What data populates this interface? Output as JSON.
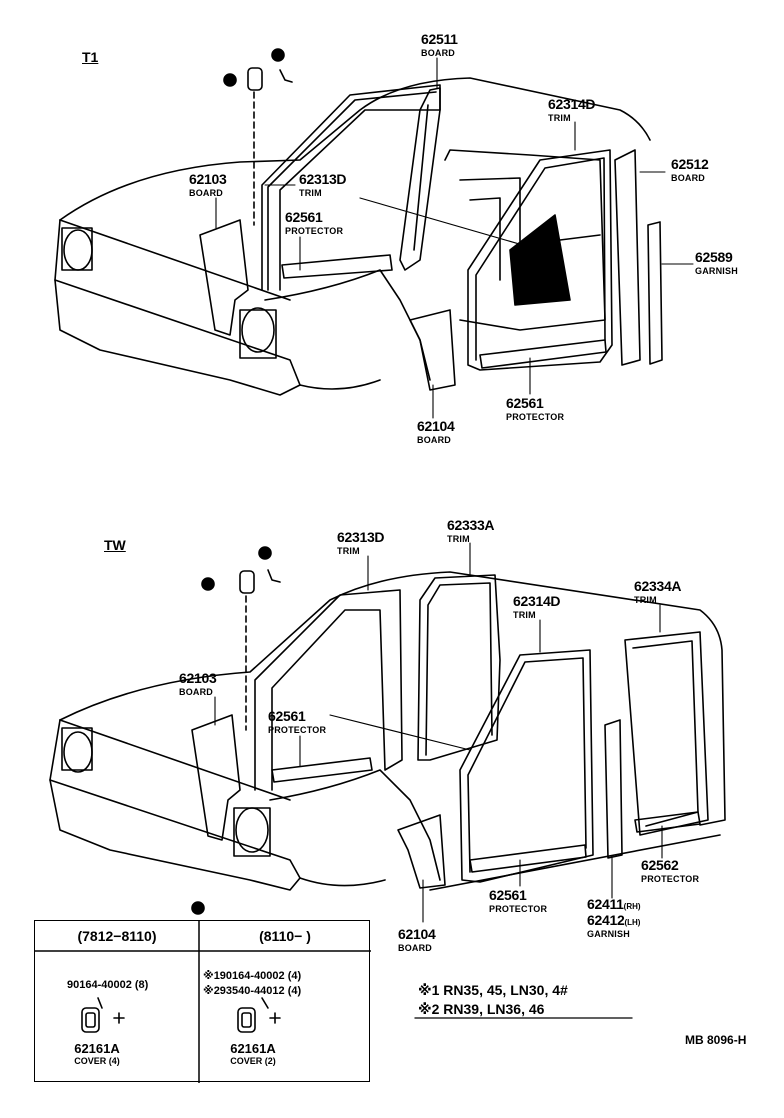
{
  "sections": {
    "t1": "T1",
    "tw": "TW"
  },
  "t1": {
    "l62511": {
      "num": "62511",
      "desc": "BOARD"
    },
    "l62314d": {
      "num": "62314D",
      "desc": "TRIM"
    },
    "l62512": {
      "num": "62512",
      "desc": "BOARD"
    },
    "l62103": {
      "num": "62103",
      "desc": "BOARD"
    },
    "l62313d": {
      "num": "62313D",
      "desc": "TRIM"
    },
    "l62561a": {
      "num": "62561",
      "desc": "PROTECTOR"
    },
    "l62589": {
      "num": "62589",
      "desc": "GARNISH"
    },
    "l62561b": {
      "num": "62561",
      "desc": "PROTECTOR"
    },
    "l62104": {
      "num": "62104",
      "desc": "BOARD"
    }
  },
  "tw": {
    "l62313d": {
      "num": "62313D",
      "desc": "TRIM"
    },
    "l62333a": {
      "num": "62333A",
      "desc": "TRIM"
    },
    "l62334a": {
      "num": "62334A",
      "desc": "TRIM"
    },
    "l62314d": {
      "num": "62314D",
      "desc": "TRIM"
    },
    "l62103": {
      "num": "62103",
      "desc": "BOARD"
    },
    "l62561a": {
      "num": "62561",
      "desc": "PROTECTOR"
    },
    "l62562": {
      "num": "62562",
      "desc": "PROTECTOR"
    },
    "l62561b": {
      "num": "62561",
      "desc": "PROTECTOR"
    },
    "l62411": {
      "num": "62411",
      "side": "(RH)"
    },
    "l62412": {
      "num": "62412",
      "side": "(LH)",
      "desc": "GARNISH"
    },
    "l62104": {
      "num": "62104",
      "desc": "BOARD"
    }
  },
  "inset": {
    "col1_header": "(7812−8110)",
    "col2_header": "(8110−        )",
    "col1_part": "90164-40002 (8)",
    "col2_part1": "※190164-40002 (4)",
    "col2_part2": "※293540-44012 (4)",
    "col1_cover": {
      "num": "62161A",
      "desc": "COVER (4)"
    },
    "col2_cover": {
      "num": "62161A",
      "desc": "COVER (2)"
    }
  },
  "notes": {
    "n1": "※1  RN35, 45, LN30, 4#",
    "n2": "※2  RN39, LN36, 46"
  },
  "drawing_code": "MB 8096-H"
}
